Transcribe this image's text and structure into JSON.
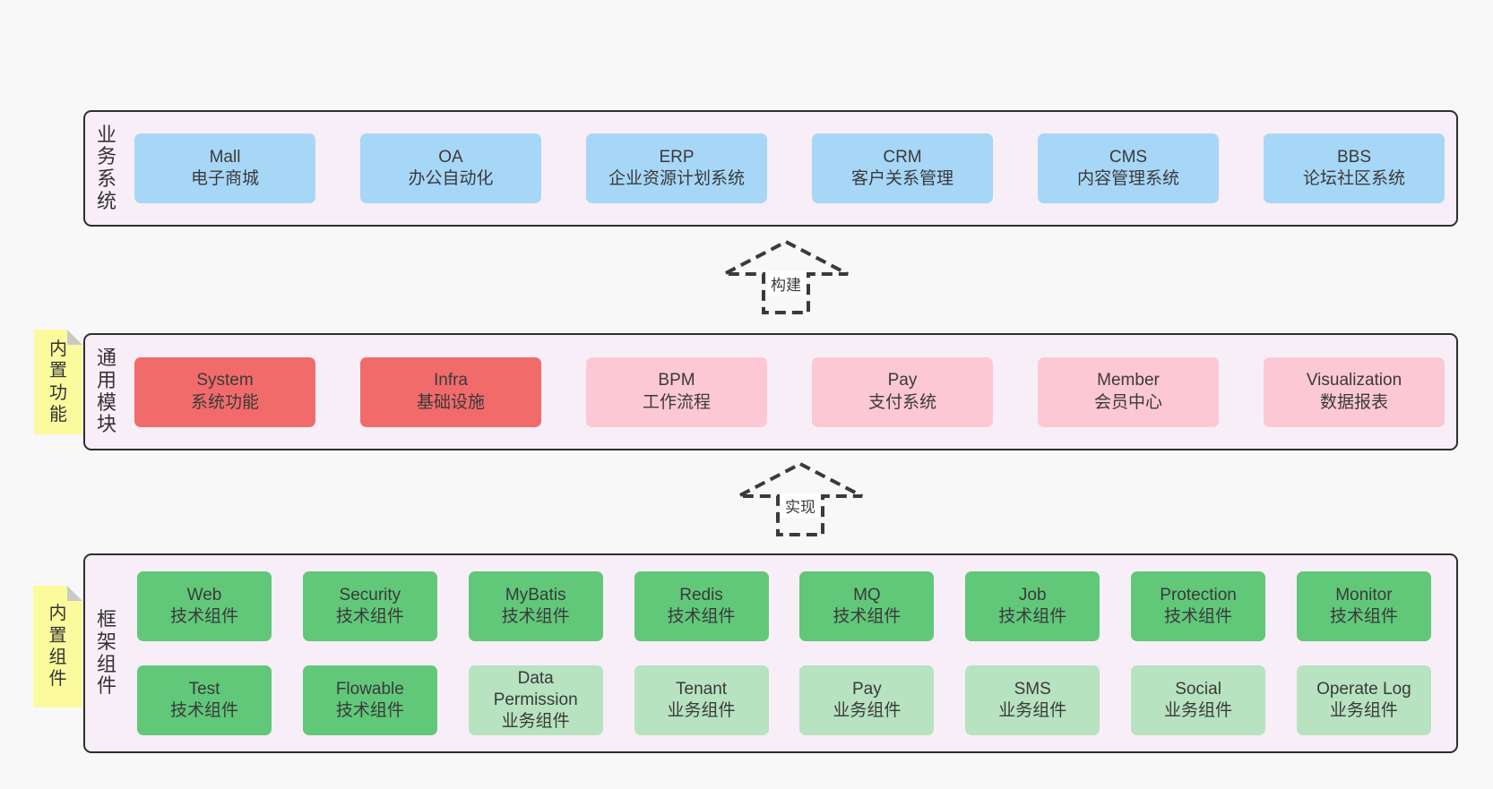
{
  "colors": {
    "page_bg": "#f8f8f8",
    "layer_bg": "#f8eef7",
    "layer_border": "#2e2e2e",
    "blue": "#a7d7f7",
    "red": "#f26b6b",
    "pink": "#fcc8d4",
    "green": "#61c87a",
    "green_light": "#b7e3c0",
    "sticky_bg": "#fbfb9e",
    "sticky_fold": "#c9c9c9",
    "text": "#3a3a3a"
  },
  "arrows": [
    {
      "id": "build",
      "label": "构建"
    },
    {
      "id": "implement",
      "label": "实现"
    }
  ],
  "layers": [
    {
      "id": "business",
      "side_label": "业务系统",
      "rows": [
        [
          {
            "title": "Mall",
            "subtitle": "电子商城",
            "color": "blue"
          },
          {
            "title": "OA",
            "subtitle": "办公自动化",
            "color": "blue"
          },
          {
            "title": "ERP",
            "subtitle": "企业资源计划系统",
            "color": "blue"
          },
          {
            "title": "CRM",
            "subtitle": "客户关系管理",
            "color": "blue"
          },
          {
            "title": "CMS",
            "subtitle": "内容管理系统",
            "color": "blue"
          },
          {
            "title": "BBS",
            "subtitle": "论坛社区系统",
            "color": "blue"
          }
        ]
      ]
    },
    {
      "id": "modules",
      "side_label": "通用模块",
      "sticky_label": "内置功能",
      "rows": [
        [
          {
            "title": "System",
            "subtitle": "系统功能",
            "color": "red"
          },
          {
            "title": "Infra",
            "subtitle": "基础设施",
            "color": "red"
          },
          {
            "title": "BPM",
            "subtitle": "工作流程",
            "color": "pink"
          },
          {
            "title": "Pay",
            "subtitle": "支付系统",
            "color": "pink"
          },
          {
            "title": "Member",
            "subtitle": "会员中心",
            "color": "pink"
          },
          {
            "title": "Visualization",
            "subtitle": "数据报表",
            "color": "pink"
          }
        ]
      ]
    },
    {
      "id": "framework",
      "side_label": "框架组件",
      "sticky_label": "内置组件",
      "rows": [
        [
          {
            "title": "Web",
            "subtitle": "技术组件",
            "color": "green"
          },
          {
            "title": "Security",
            "subtitle": "技术组件",
            "color": "green"
          },
          {
            "title": "MyBatis",
            "subtitle": "技术组件",
            "color": "green"
          },
          {
            "title": "Redis",
            "subtitle": "技术组件",
            "color": "green"
          },
          {
            "title": "MQ",
            "subtitle": "技术组件",
            "color": "green"
          },
          {
            "title": "Job",
            "subtitle": "技术组件",
            "color": "green"
          },
          {
            "title": "Protection",
            "subtitle": "技术组件",
            "color": "green"
          },
          {
            "title": "Monitor",
            "subtitle": "技术组件",
            "color": "green"
          }
        ],
        [
          {
            "title": "Test",
            "subtitle": "技术组件",
            "color": "green"
          },
          {
            "title": "Flowable",
            "subtitle": "技术组件",
            "color": "green"
          },
          {
            "title": "Data Permission",
            "subtitle": "业务组件",
            "color": "green_light"
          },
          {
            "title": "Tenant",
            "subtitle": "业务组件",
            "color": "green_light"
          },
          {
            "title": "Pay",
            "subtitle": "业务组件",
            "color": "green_light"
          },
          {
            "title": "SMS",
            "subtitle": "业务组件",
            "color": "green_light"
          },
          {
            "title": "Social",
            "subtitle": "业务组件",
            "color": "green_light"
          },
          {
            "title": "Operate Log",
            "subtitle": "业务组件",
            "color": "green_light"
          }
        ]
      ]
    }
  ]
}
